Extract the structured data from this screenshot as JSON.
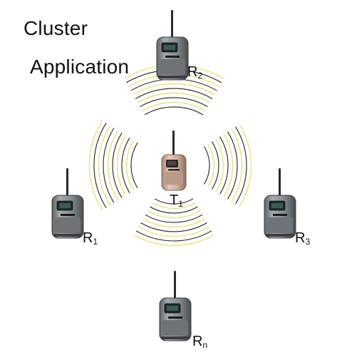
{
  "title": {
    "line1": "Cluster",
    "line2": "Application"
  },
  "devices": {
    "transmitter": {
      "letter": "T",
      "sub": "1"
    },
    "receiver_top": {
      "letter": "R",
      "sub": "2"
    },
    "receiver_left": {
      "letter": "R",
      "sub": "1"
    },
    "receiver_right": {
      "letter": "R",
      "sub": "3"
    },
    "receiver_bottom": {
      "letter": "R",
      "sub": "n"
    }
  },
  "colors": {
    "wave_black": "#222222",
    "wave_yellow": "#e9e27a",
    "receiver_body": "#8f9396",
    "transmitter_body": "#d8b8a6"
  }
}
